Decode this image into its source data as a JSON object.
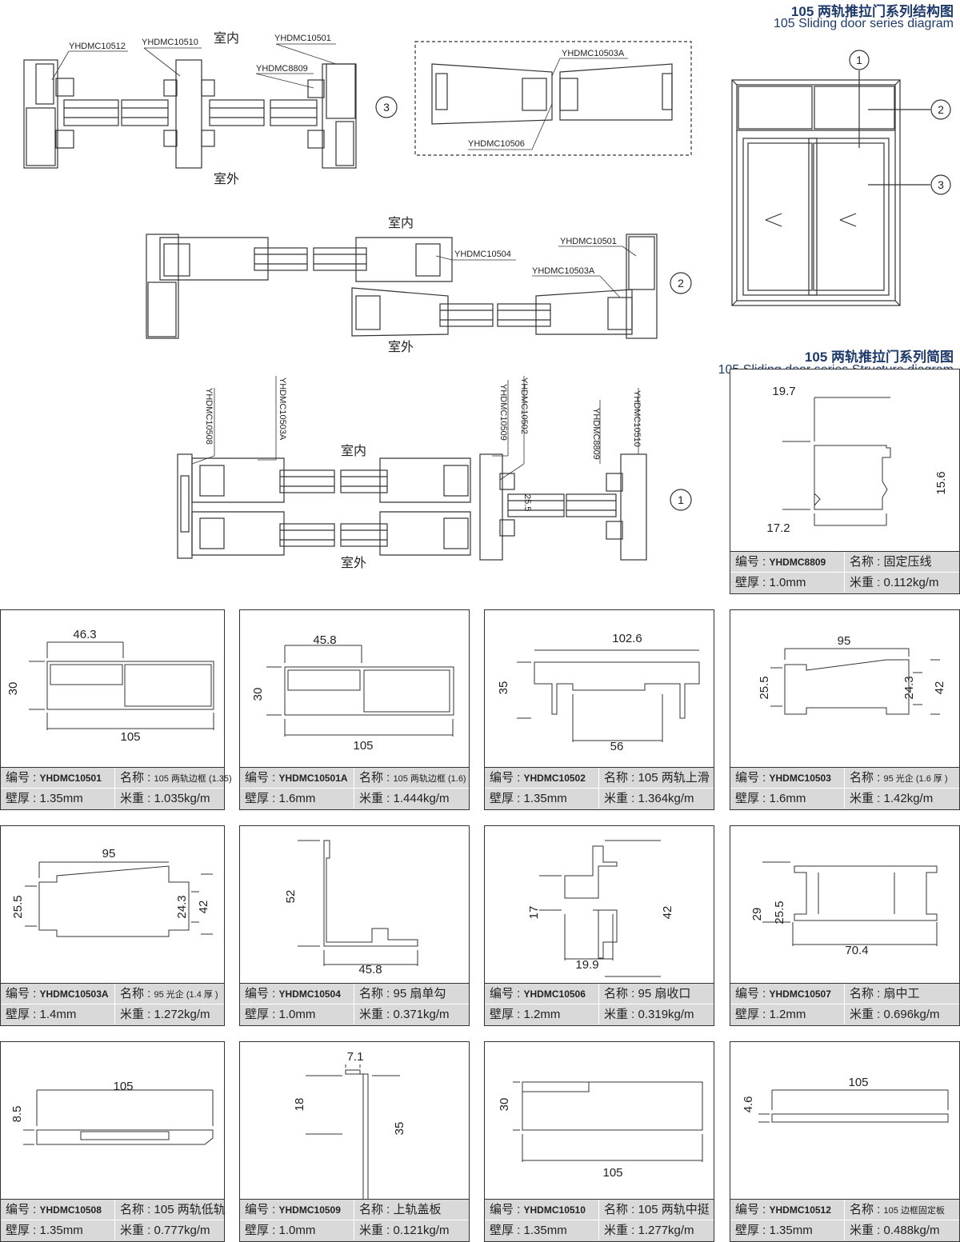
{
  "titles": {
    "structure_cn": "105 两轨推拉门系列结构图",
    "structure_en": "105 Sliding door series diagram",
    "simple_cn": "105 两轨推拉门系列简图",
    "simple_en": "105 Sliding door series Structure diagram"
  },
  "labels": {
    "indoor": "室内",
    "outdoor": "室外",
    "n1": "1",
    "n2": "2",
    "n3": "3"
  },
  "section3": {
    "parts": [
      "YHDMC10512",
      "YHDMC10510",
      "YHDMC10501",
      "YHDMC8809",
      "YHDMC10503A",
      "YHDMC10506"
    ]
  },
  "section2": {
    "parts": [
      "YHDMC10504",
      "YHDMC10501",
      "YHDMC10503A"
    ]
  },
  "section1": {
    "parts": [
      "YHDMC10508",
      "YHDMC10503A",
      "YHDMC10509",
      "YHDMC10502",
      "YHDMC8809",
      "YHDMC10510"
    ],
    "dim": "25.5"
  },
  "field_labels": {
    "code": "编号 : ",
    "name": "名称 : ",
    "thickness": "壁厚 : ",
    "weight": "米重 : "
  },
  "profiles": [
    {
      "code": "YHDMC8809",
      "name": "固定压线",
      "thickness": "1.0mm",
      "weight": "0.112kg/m",
      "dims": [
        "19.7",
        "15.6",
        "17.2"
      ]
    },
    {
      "code": "YHDMC10501",
      "name": "105 两轨边框 (1.35)",
      "thickness": "1.35mm",
      "weight": "1.035kg/m",
      "dims": [
        "46.3",
        "30",
        "105"
      ]
    },
    {
      "code": "YHDMC10501A",
      "name": "105 两轨边框 (1.6)",
      "thickness": "1.6mm",
      "weight": "1.444kg/m",
      "dims": [
        "45.8",
        "30",
        "105"
      ]
    },
    {
      "code": "YHDMC10502",
      "name": "105 两轨上滑",
      "thickness": "1.35mm",
      "weight": "1.364kg/m",
      "dims": [
        "102.6",
        "35",
        "56"
      ]
    },
    {
      "code": "YHDMC10503",
      "name": "95 光企 (1.6 厚 )",
      "thickness": "1.6mm",
      "weight": "1.42kg/m",
      "dims": [
        "95",
        "25.5",
        "24.3",
        "42"
      ]
    },
    {
      "code": "YHDMC10503A",
      "name": "95 光企 (1.4 厚 )",
      "thickness": "1.4mm",
      "weight": "1.272kg/m",
      "dims": [
        "95",
        "25.5",
        "24.3",
        "42"
      ]
    },
    {
      "code": "YHDMC10504",
      "name": "95 扇单勾",
      "thickness": "1.0mm",
      "weight": "0.371kg/m",
      "dims": [
        "52",
        "45.8"
      ]
    },
    {
      "code": "YHDMC10506",
      "name": "95 扇收口",
      "thickness": "1.2mm",
      "weight": "0.319kg/m",
      "dims": [
        "17",
        "42",
        "19.9"
      ]
    },
    {
      "code": "YHDMC10507",
      "name": "扇中工",
      "thickness": "1.2mm",
      "weight": "0.696kg/m",
      "dims": [
        "29",
        "25.5",
        "70.4"
      ]
    },
    {
      "code": "YHDMC10508",
      "name": "105 两轨低轨",
      "thickness": "1.35mm",
      "weight": "0.777kg/m",
      "dims": [
        "105",
        "8.5"
      ]
    },
    {
      "code": "YHDMC10509",
      "name": "上轨盖板",
      "thickness": "1.0mm",
      "weight": "0.121kg/m",
      "dims": [
        "7.1",
        "18",
        "35"
      ]
    },
    {
      "code": "YHDMC10510",
      "name": "105 两轨中挺",
      "thickness": "1.35mm",
      "weight": "1.277kg/m",
      "dims": [
        "30",
        "105"
      ]
    },
    {
      "code": "YHDMC10512",
      "name": "105 边框固定板",
      "thickness": "1.35mm",
      "weight": "0.488kg/m",
      "dims": [
        "105",
        "4.6"
      ]
    }
  ]
}
